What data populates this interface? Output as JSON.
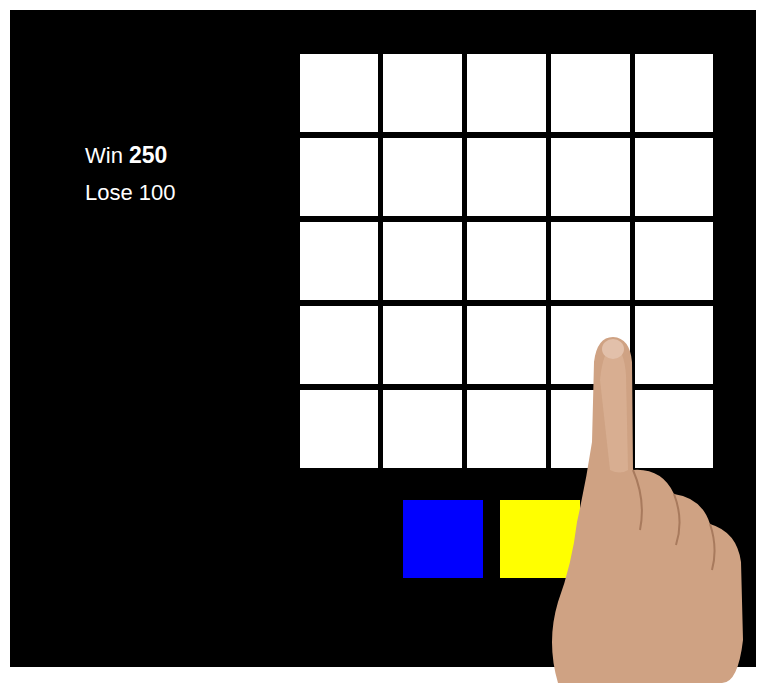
{
  "diagram": {
    "labels": [
      "Win",
      "250",
      "Lose 100"
    ]
  }
}
